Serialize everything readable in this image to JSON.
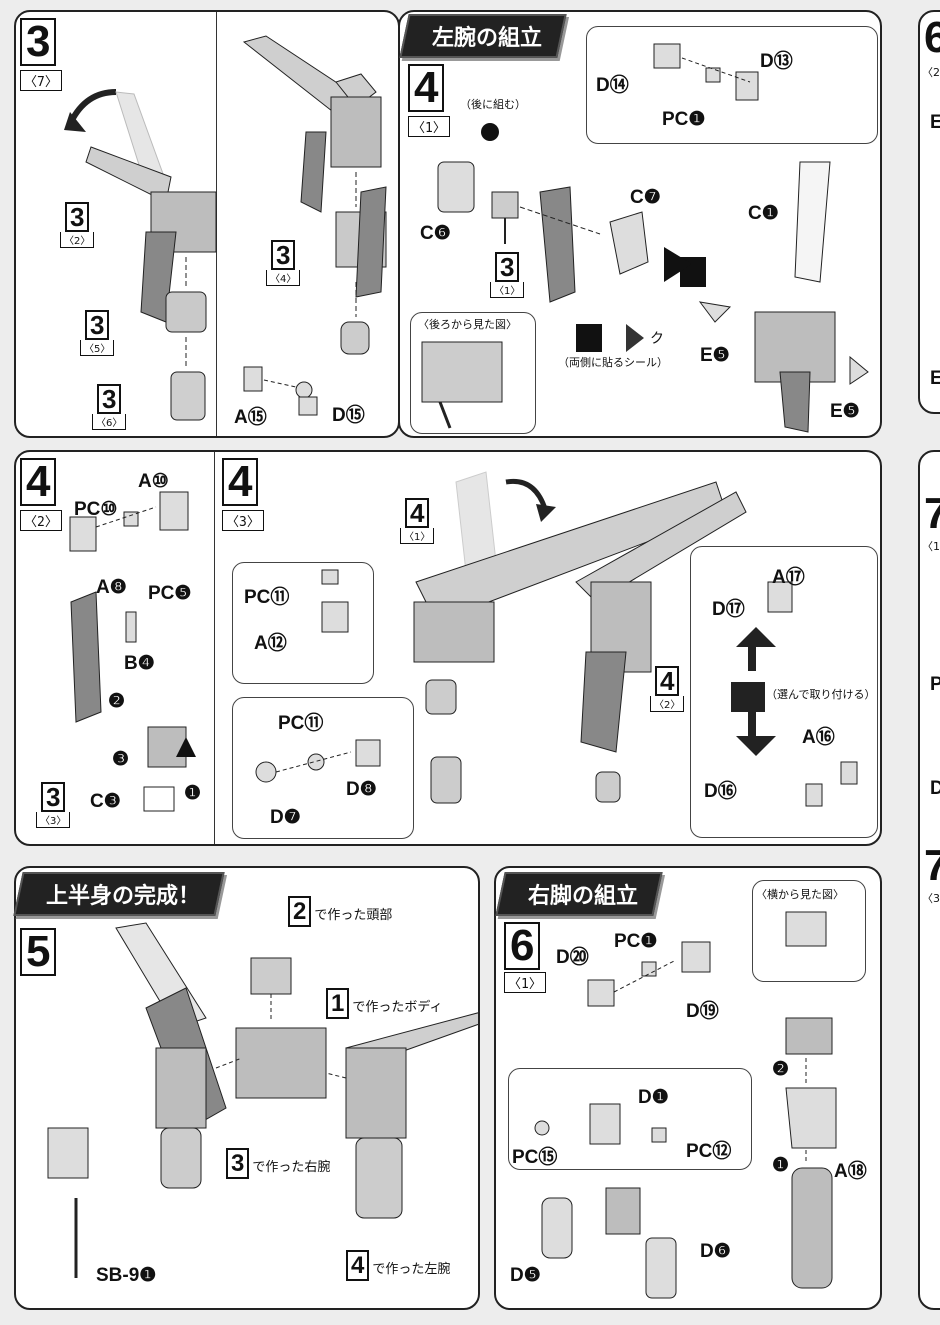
{
  "banners": {
    "left_arm": "左腕の組立",
    "upper_body": "上半身の完成！",
    "right_leg": "右脚の組立"
  },
  "step3_7": {
    "step": "3",
    "sub": "〈7〉",
    "refs": [
      {
        "n": "3",
        "s": "〈2〉"
      },
      {
        "n": "3",
        "s": "〈5〉"
      },
      {
        "n": "3",
        "s": "〈6〉"
      },
      {
        "n": "3",
        "s": "〈4〉"
      }
    ],
    "parts": [
      "A⑮",
      "D⑮"
    ]
  },
  "step4_1": {
    "step": "4",
    "sub": "〈1〉",
    "note_back": "（後に組む）",
    "ref": {
      "n": "3",
      "s": "〈1〉"
    },
    "view_back": "〈後ろから見た図〉",
    "sticker_code": "ク",
    "sticker_note": "（両側に貼るシール）",
    "parts": [
      "D⑬",
      "D⑭",
      "PC❶",
      "C❻",
      "C❼",
      "C❶",
      "E❺",
      "E❺"
    ]
  },
  "step4_2": {
    "step": "4",
    "sub": "〈2〉",
    "parts": [
      "A⑩",
      "PC⑩",
      "PC❺",
      "A❽",
      "B❹",
      "C❸"
    ],
    "ref": {
      "n": "3",
      "s": "〈3〉"
    },
    "order": [
      "❶",
      "❷",
      "❸"
    ]
  },
  "step4_3": {
    "step": "4",
    "sub": "〈3〉",
    "refs": [
      {
        "n": "4",
        "s": "〈1〉"
      },
      {
        "n": "4",
        "s": "〈2〉"
      }
    ],
    "parts": [
      "PC⑪",
      "A⑫",
      "PC⑪",
      "D❼",
      "D❽",
      "A⑰",
      "D⑰",
      "A⑯",
      "D⑯"
    ],
    "choose_note": "（選んで取り付ける）"
  },
  "step5": {
    "step": "5",
    "notes": [
      {
        "n": "2",
        "t": "で作った頭部"
      },
      {
        "n": "1",
        "t": "で作ったボディ"
      },
      {
        "n": "3",
        "t": "で作った右腕"
      },
      {
        "n": "4",
        "t": "で作った左腕"
      }
    ],
    "part": "SB-9❶"
  },
  "step6_1": {
    "step": "6",
    "sub": "〈1〉",
    "view_side": "〈横から見た図〉",
    "parts": [
      "D⑳",
      "PC❶",
      "D⑲",
      "D❶",
      "PC⑮",
      "PC⑫",
      "D❻",
      "D❺",
      "A⑱"
    ],
    "order": [
      "❶",
      "❷"
    ]
  },
  "edge": {
    "step6": "6",
    "step7a": "7",
    "step7b": "7",
    "sub_a": "〈2",
    "sub_b": "〈1",
    "sub_c": "〈3",
    "letters": [
      "E",
      "E",
      "P",
      "D"
    ]
  }
}
